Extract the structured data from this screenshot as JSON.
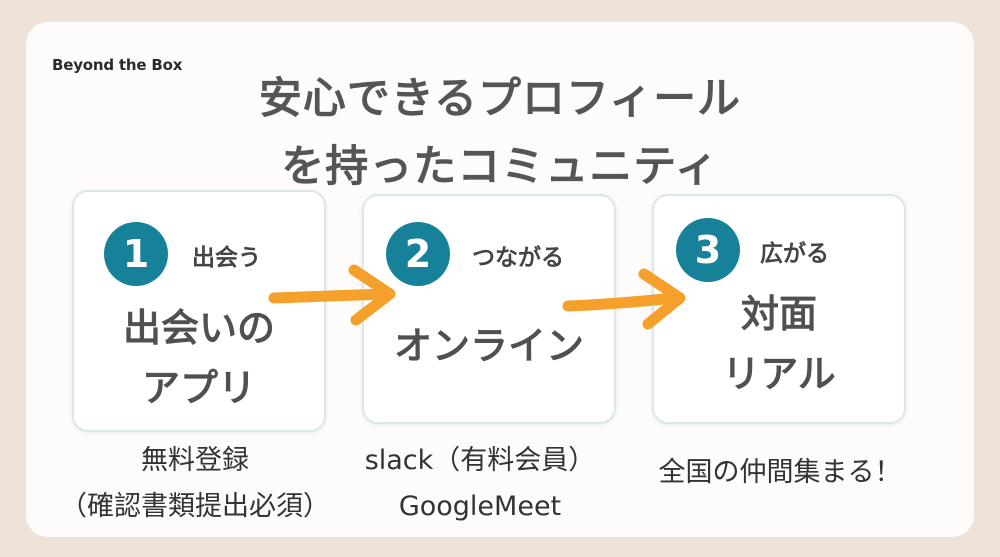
{
  "brand": {
    "logo_text": "Beyond the Box"
  },
  "title": {
    "line1": "安心できるプロフィール",
    "line2": "を持ったコミュニティ"
  },
  "steps": [
    {
      "number": "1",
      "verb": "出会う",
      "main_line1": "出会いの",
      "main_line2": "アプリ",
      "caption_line1": "無料登録",
      "caption_line2": "（確認書類提出必須）"
    },
    {
      "number": "2",
      "verb": "つながる",
      "main_line1": "オンライン",
      "main_line2": "",
      "caption_line1": "slack（有料会員）",
      "caption_line2": "GoogleMeet"
    },
    {
      "number": "3",
      "verb": "広がる",
      "main_line1": "対面",
      "main_line2": "リアル",
      "caption_line1": "全国の仲間集まる！",
      "caption_line2": ""
    }
  ],
  "colors": {
    "accent": "#17819a",
    "arrow": "#f5a02b",
    "background": "#efe3d8"
  }
}
